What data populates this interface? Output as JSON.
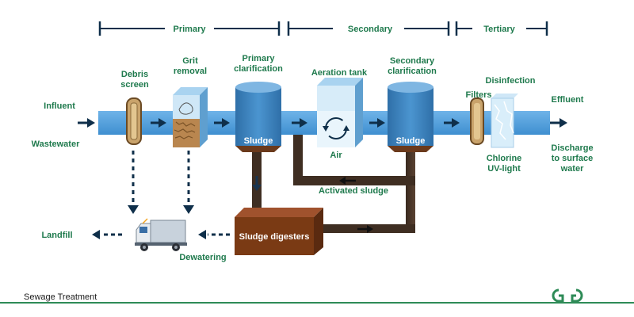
{
  "phases": {
    "primary": "Primary",
    "secondary": "Secondary",
    "tertiary": "Tertiary"
  },
  "inputs": {
    "influent": "Influent",
    "wastewater": "Wastewater"
  },
  "steps": {
    "debris_screen_1": "Debris",
    "debris_screen_2": "screen",
    "grit_removal_1": "Grit",
    "grit_removal_2": "removal",
    "primary_clarification_1": "Primary",
    "primary_clarification_2": "clarification",
    "aeration_tank": "Aeration tank",
    "secondary_clarification_1": "Secondary",
    "secondary_clarification_2": "clarification",
    "filters": "Filters",
    "disinfection": "Disinfection",
    "chlorine": "Chlorine",
    "uv_light": "UV-light"
  },
  "inner_labels": {
    "sludge_primary": "Sludge",
    "sludge_secondary": "Sludge",
    "air": "Air",
    "sludge_digesters": "Sludge digesters"
  },
  "outputs": {
    "effluent": "Effluent",
    "discharge_1": "Discharge",
    "discharge_2": "to surface",
    "discharge_3": "water",
    "activated_sludge": "Activated sludge",
    "dewatering": "Dewatering",
    "landfill": "Landfill"
  },
  "footer": {
    "title": "Sewage Treatment"
  },
  "colors": {
    "green": "#1f7a4d",
    "navy": "#0f2f4a",
    "pipe": "#4a9ad8",
    "sludge_pipe": "#4a3527",
    "digester": "#7a3a14"
  }
}
